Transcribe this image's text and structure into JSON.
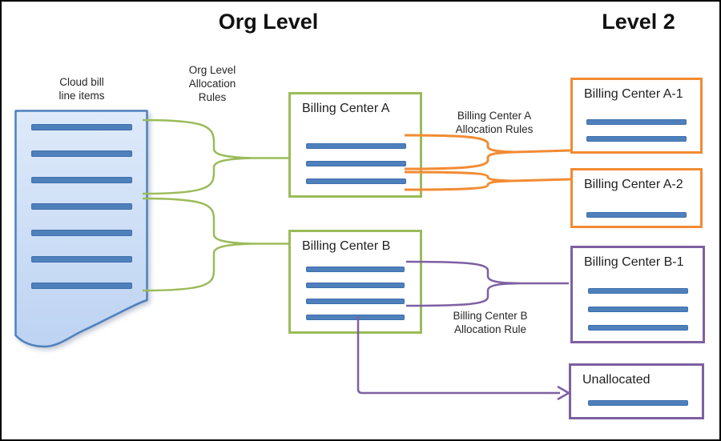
{
  "colors": {
    "frame": "#000000",
    "green": "#9BBB59",
    "orange": "#F28B33",
    "purple": "#7D60A2",
    "bar_blue": "#4E80BC",
    "doc_border": "#4F81BD",
    "doc_fill_light": "#DEEAFA",
    "doc_fill_dark": "#BDD3F2"
  },
  "headers": {
    "org_level": "Org Level",
    "level_2": "Level 2"
  },
  "labels": {
    "cloud_bill": {
      "line1": "Cloud bill",
      "line2": "line items"
    },
    "org_rules": {
      "line1": "Org Level",
      "line2": "Allocation",
      "line3": "Rules"
    },
    "center_a_rules": {
      "line1": "Billing Center A",
      "line2": "Allocation Rules"
    },
    "center_b_rules": {
      "line1": "Billing Center B",
      "line2": "Allocation Rule"
    }
  },
  "document": {
    "line_count": 7
  },
  "boxes": {
    "center_a": {
      "title": "Billing Center A",
      "line_count": 3
    },
    "center_b": {
      "title": "Billing Center B",
      "line_count": 4
    },
    "center_a1": {
      "title": "Billing Center A-1",
      "line_count": 2
    },
    "center_a2": {
      "title": "Billing Center A-2",
      "line_count": 1
    },
    "center_b1": {
      "title": "Billing Center B-1",
      "line_count": 3
    },
    "unallocated": {
      "title": "Unallocated",
      "line_count": 1
    }
  },
  "connectors": [
    {
      "from": "Cloud bill line items",
      "to": "Billing Center A",
      "style": "brace",
      "color": "green"
    },
    {
      "from": "Cloud bill line items",
      "to": "Billing Center B",
      "style": "brace",
      "color": "green"
    },
    {
      "from": "Billing Center A",
      "to": "Billing Center A-1",
      "style": "brace",
      "color": "orange"
    },
    {
      "from": "Billing Center A",
      "to": "Billing Center A-2",
      "style": "brace",
      "color": "orange"
    },
    {
      "from": "Billing Center B",
      "to": "Billing Center B-1",
      "style": "brace",
      "color": "purple"
    },
    {
      "from": "Billing Center B",
      "to": "Unallocated",
      "style": "arrow",
      "color": "purple"
    }
  ]
}
